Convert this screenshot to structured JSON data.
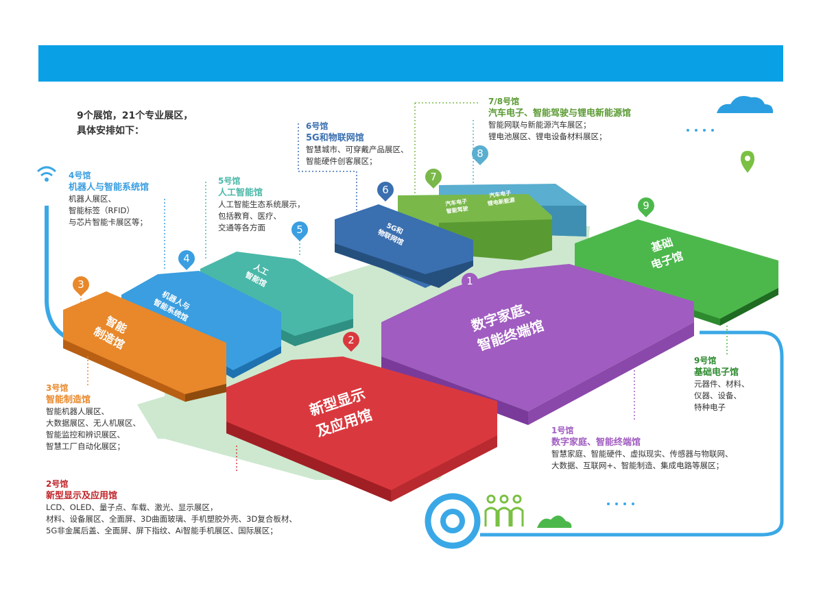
{
  "intro": {
    "line1": "9个展馆，21个专业展区，",
    "line2": "具体安排如下："
  },
  "halls": {
    "h1": {
      "pin": "1",
      "num": "1号馆",
      "name": "数字家庭、智能终端馆",
      "label1": "数字家庭、",
      "label2": "智能终端馆",
      "lines": [
        "智慧家庭、智能硬件、虚拟现实、传感器与物联网、",
        "大数据、互联网+、智能制造、集成电路等展区；"
      ],
      "color": "#a05cc0"
    },
    "h2": {
      "pin": "2",
      "num": "2号馆",
      "name": "新型显示及应用馆",
      "label1": "新型显示",
      "label2": "及应用馆",
      "lines": [
        "LCD、OLED、量子点、车载、激光、显示展区，",
        "材料、设备展区、全面屏、3D曲面玻璃、手机塑胶外壳、3D复合板材、",
        "5G非金属后盖、全面屏、屏下指纹、Ai智能手机展区、国际展区；"
      ],
      "color": "#d9393e"
    },
    "h3": {
      "pin": "3",
      "num": "3号馆",
      "name": "智能制造馆",
      "label1": "智能",
      "label2": "制造馆",
      "lines": [
        "智能机器人展区、",
        "大数据展区、无人机展区、",
        "智能监控和辨识展区、",
        "智慧工厂自动化展区；"
      ],
      "color": "#e8882a"
    },
    "h4": {
      "pin": "4",
      "num": "4号馆",
      "name": "机器人与智能系统馆",
      "label1": "机器人与",
      "label2": "智能系统馆",
      "lines": [
        "机器人展区、",
        "智能标签（RFID）",
        "与芯片智能卡展区等；"
      ],
      "color": "#3a9ee0"
    },
    "h5": {
      "pin": "5",
      "num": "5号馆",
      "name": "人工智能馆",
      "label1": "人工",
      "label2": "智能馆",
      "lines": [
        "人工智能生态系统展示，",
        "包括教育、医疗、",
        "交通等各方面"
      ],
      "color": "#4ab8a8"
    },
    "h6": {
      "pin": "6",
      "num": "6号馆",
      "name": "5G和物联网馆",
      "label1": "5G和",
      "label2": "物联网馆",
      "lines": [
        "智慧城市、可穿戴产品展区、",
        "智能硬件创客展区；"
      ],
      "color": "#3a6fb0"
    },
    "h7": {
      "pin": "7",
      "num": "7/8号馆",
      "name": "汽车电子、智能驾驶与锂电新能源馆",
      "label1": "汽车电子",
      "label2": "智能驾驶",
      "lines": [
        "智能网联与新能源汽车展区；",
        "锂电池展区、锂电设备材料展区；"
      ],
      "color": "#7ab84a"
    },
    "h8": {
      "pin": "8",
      "label1": "汽车电子",
      "label2": "锂电新能源",
      "color": "#5aaed0"
    },
    "h9": {
      "pin": "9",
      "num": "9号馆",
      "name": "基础电子馆",
      "label1": "基础",
      "label2": "电子馆",
      "lines": [
        "元器件、材料、",
        "仪器、设备、",
        "特种电子"
      ],
      "color": "#4cb84c"
    }
  },
  "colors": {
    "banner": "#0aa0e6",
    "floor": "#cde8cf",
    "accent_blue": "#3aa8e6"
  }
}
